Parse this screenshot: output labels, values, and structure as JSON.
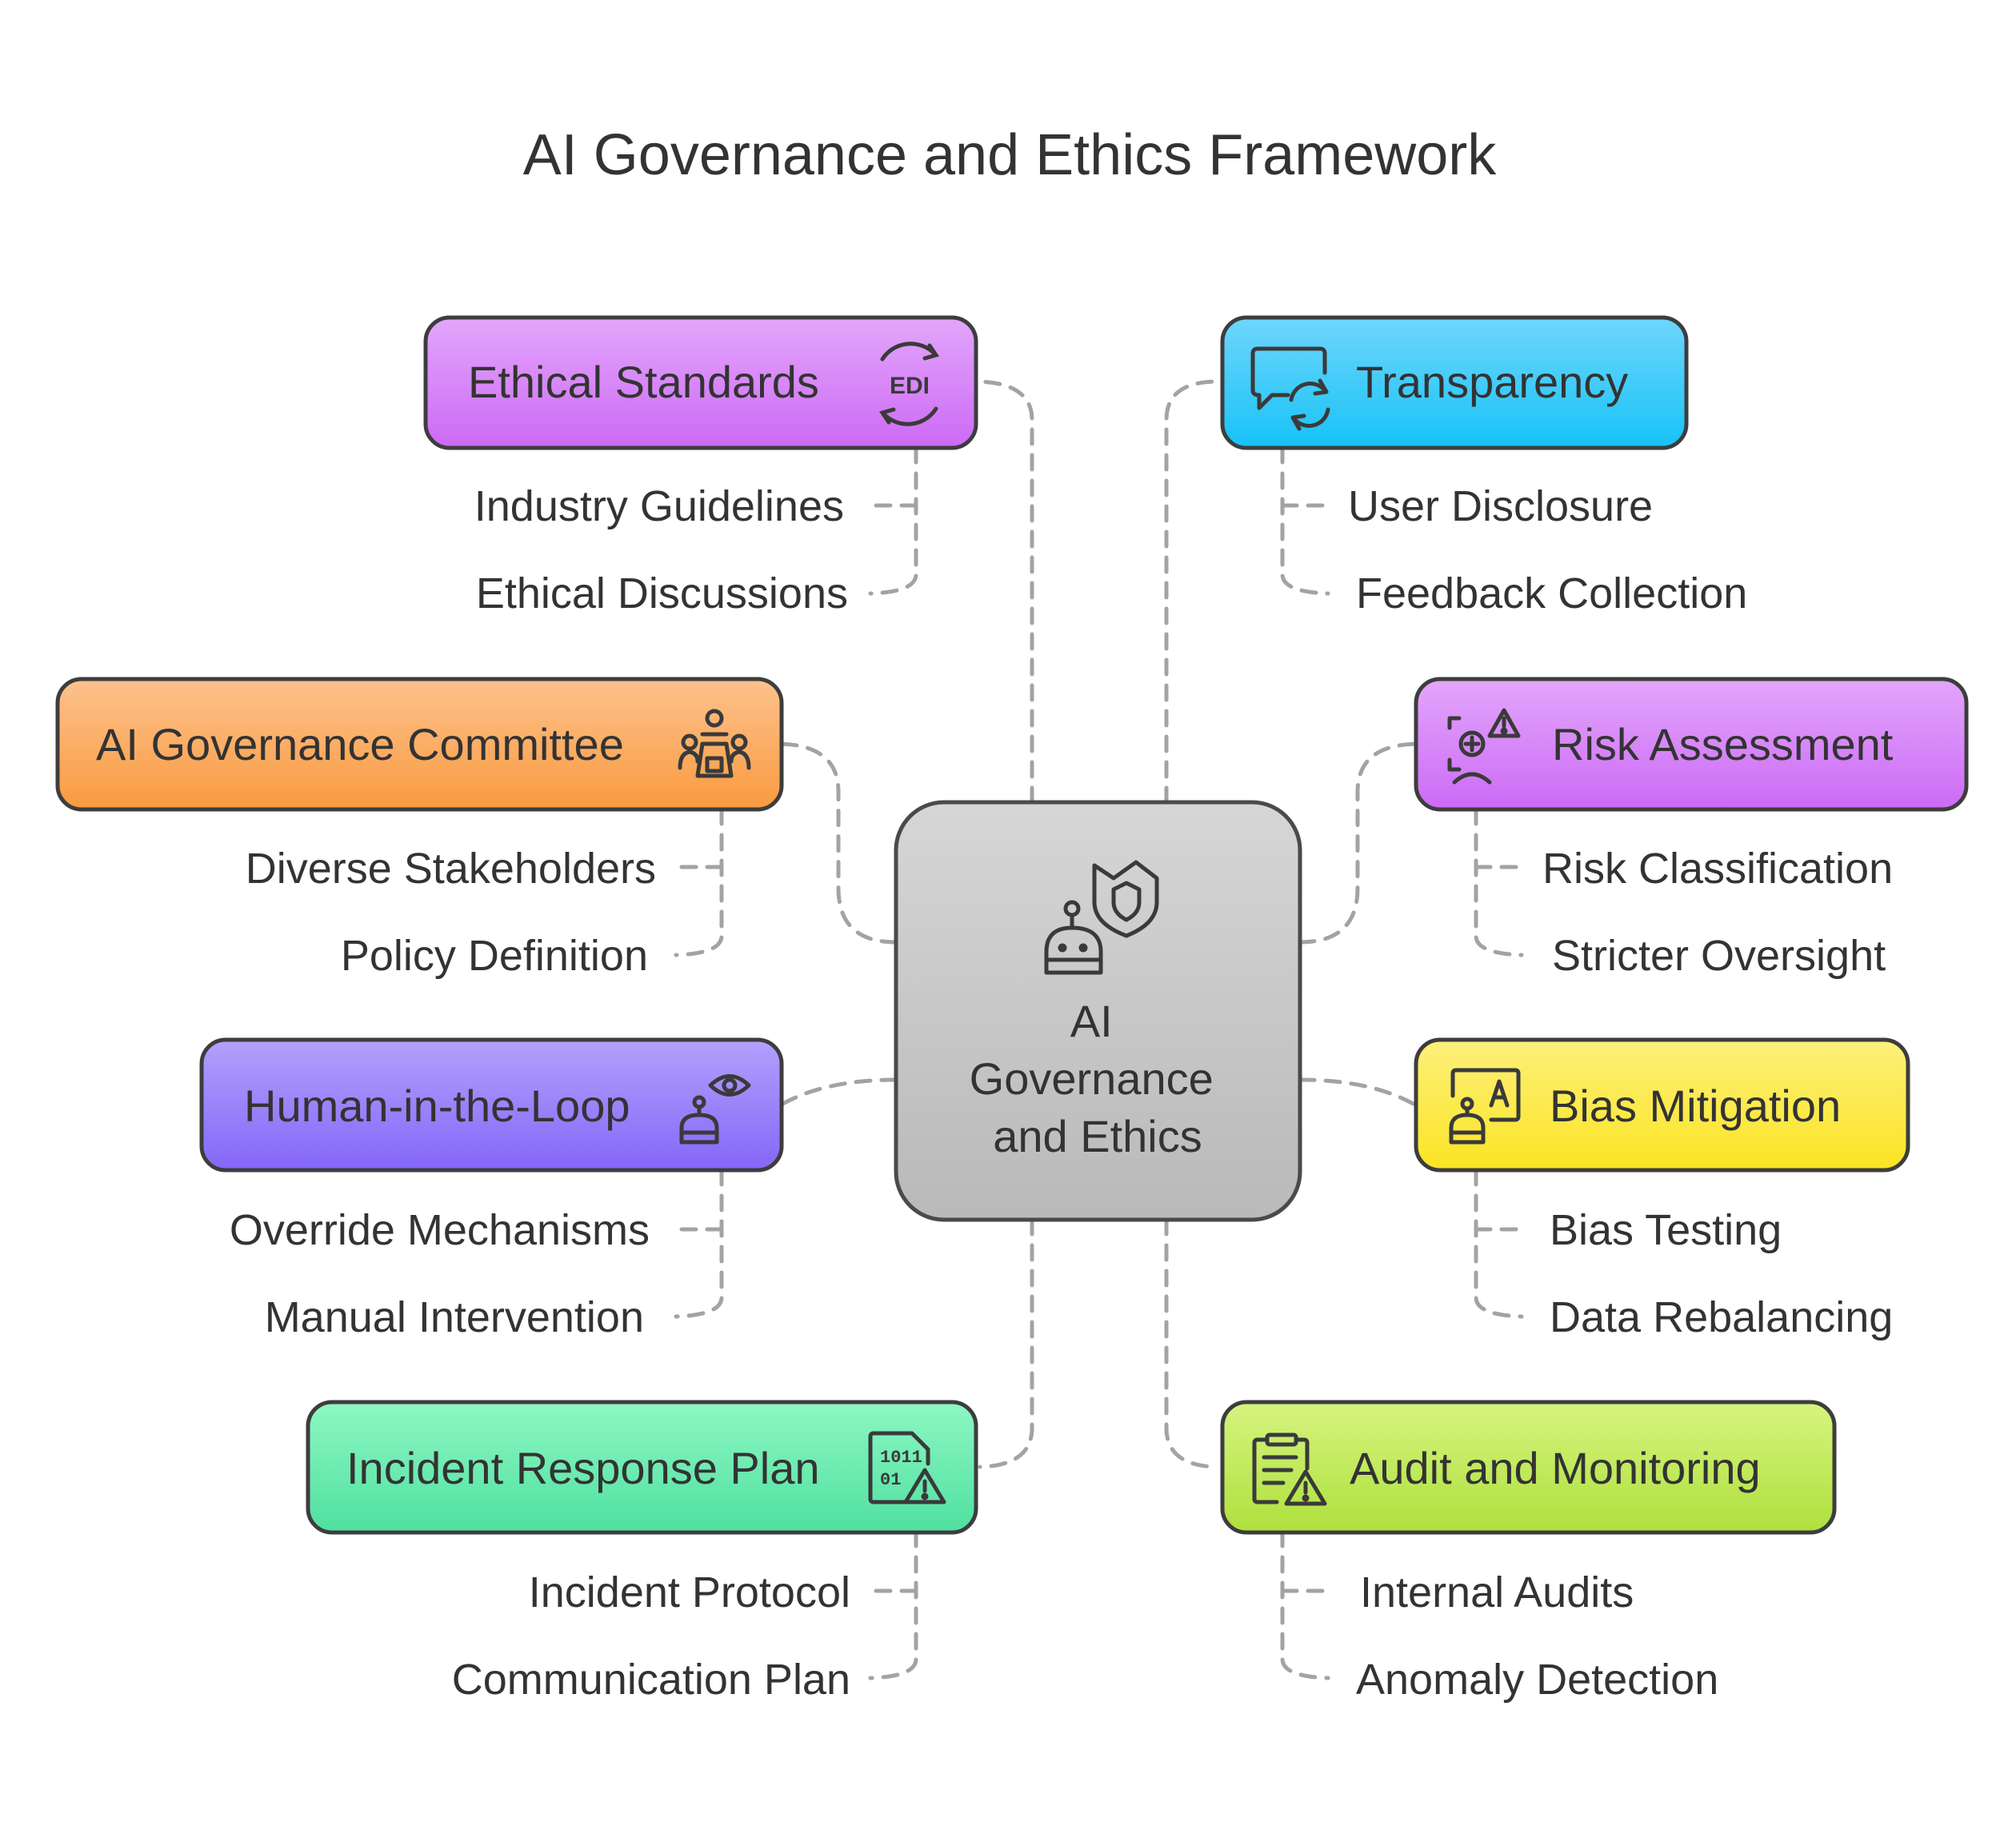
{
  "title": "AI Governance and Ethics Framework",
  "center": {
    "label_lines": [
      "AI",
      "Governance",
      "and Ethics"
    ],
    "icon": "robot-shield-icon",
    "fill_top": "#d6d6d6",
    "fill_bottom": "#b9b9b9"
  },
  "branches": [
    {
      "key": "ethical-standards",
      "label": "Ethical Standards",
      "icon": "edi-cycle-icon",
      "fill_top": "#e3a6fb",
      "fill_bottom": "#cc6af5",
      "children": [
        "Industry Guidelines",
        "Ethical Discussions"
      ]
    },
    {
      "key": "transparency",
      "label": "Transparency",
      "icon": "chat-refresh-icon",
      "fill_top": "#6fd6fb",
      "fill_bottom": "#17c2f7",
      "children": [
        "User Disclosure",
        "Feedback Collection"
      ]
    },
    {
      "key": "ai-governance-committee",
      "label": "AI Governance Committee",
      "icon": "committee-icon",
      "fill_top": "#fdc28d",
      "fill_bottom": "#f99a3f",
      "children": [
        "Diverse Stakeholders",
        "Policy Definition"
      ]
    },
    {
      "key": "risk-assessment",
      "label": "Risk Assessment",
      "icon": "risk-warning-icon",
      "fill_top": "#e3a6fb",
      "fill_bottom": "#cc6af5",
      "children": [
        "Risk Classification",
        "Stricter Oversight"
      ]
    },
    {
      "key": "human-in-the-loop",
      "label": "Human-in-the-Loop",
      "icon": "robot-eye-icon",
      "fill_top": "#b2a0fd",
      "fill_bottom": "#8467f8",
      "children": [
        "Override Mechanisms",
        "Manual Intervention"
      ]
    },
    {
      "key": "bias-mitigation",
      "label": "Bias Mitigation",
      "icon": "bias-board-icon",
      "fill_top": "#fdf07b",
      "fill_bottom": "#fbe423",
      "children": [
        "Bias Testing",
        "Data Rebalancing"
      ]
    },
    {
      "key": "incident-response-plan",
      "label": "Incident Response Plan",
      "icon": "binary-warning-icon",
      "fill_top": "#8ef7c3",
      "fill_bottom": "#4fe0a0",
      "children": [
        "Incident Protocol",
        "Communication Plan"
      ]
    },
    {
      "key": "audit-and-monitoring",
      "label": "Audit and Monitoring",
      "icon": "clipboard-warning-icon",
      "fill_top": "#d6f47f",
      "fill_bottom": "#aee03d",
      "children": [
        "Internal Audits",
        "Anomaly Detection"
      ]
    }
  ]
}
